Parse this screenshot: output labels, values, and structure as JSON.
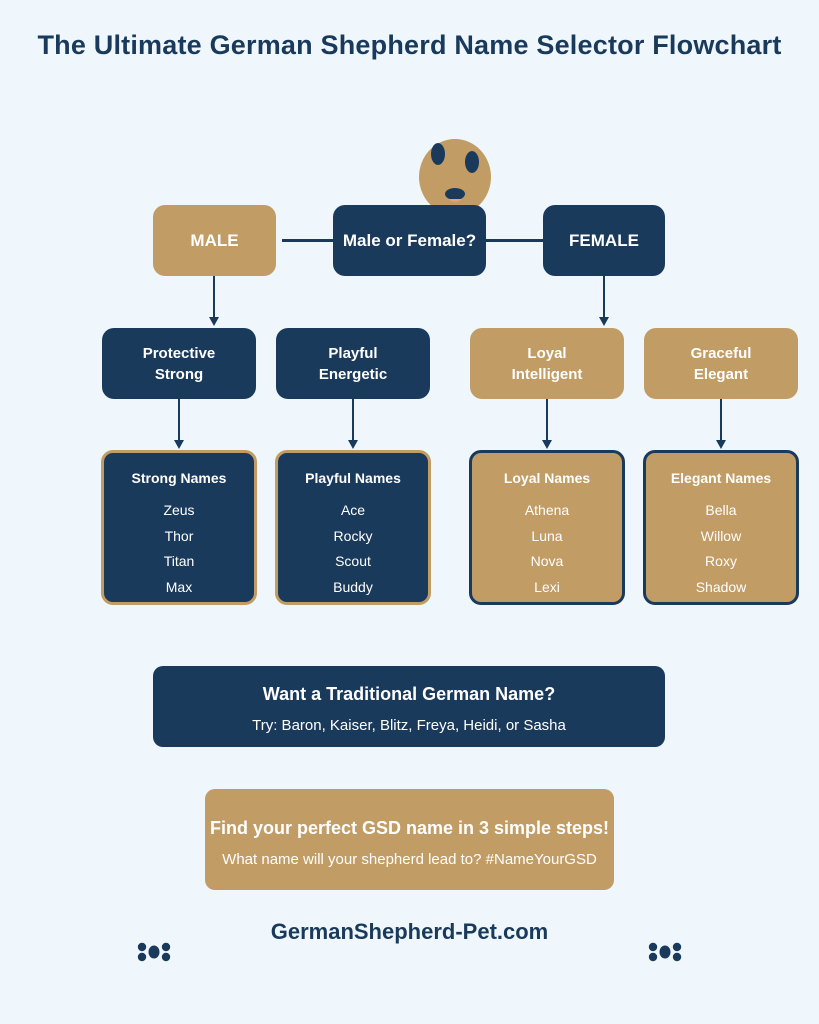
{
  "title": "The Ultimate German Shepherd Name Selector Flowchart",
  "colors": {
    "navy": "#1a3a5c",
    "tan": "#c19c65",
    "background": "#eff7fd"
  },
  "root": {
    "label": "Male or Female?"
  },
  "male": {
    "label": "MALE"
  },
  "female": {
    "label": "FEMALE"
  },
  "traits": {
    "protective": {
      "line1": "Protective",
      "line2": "Strong"
    },
    "playful": {
      "line1": "Playful",
      "line2": "Energetic"
    },
    "loyal": {
      "line1": "Loyal",
      "line2": "Intelligent"
    },
    "graceful": {
      "line1": "Graceful",
      "line2": "Elegant"
    }
  },
  "name_lists": {
    "strong": {
      "heading": "Strong Names",
      "names": [
        "Zeus",
        "Thor",
        "Titan",
        "Max"
      ]
    },
    "playful": {
      "heading": "Playful Names",
      "names": [
        "Ace",
        "Rocky",
        "Scout",
        "Buddy"
      ]
    },
    "loyal": {
      "heading": "Loyal Names",
      "names": [
        "Athena",
        "Luna",
        "Nova",
        "Lexi"
      ]
    },
    "elegant": {
      "heading": "Elegant Names",
      "names": [
        "Bella",
        "Willow",
        "Roxy",
        "Shadow"
      ]
    }
  },
  "traditional": {
    "heading": "Want a Traditional German Name?",
    "text": "Try: Baron, Kaiser, Blitz, Freya, Heidi, or Sasha"
  },
  "cta": {
    "heading": "Find your perfect GSD name in 3 simple steps!",
    "text": "What name will your shepherd lead to? #NameYourGSD"
  },
  "website": "GermanShepherd-Pet.com",
  "icons": {
    "mascot": "dog-face-icon",
    "paw": "paw-print-icon"
  }
}
